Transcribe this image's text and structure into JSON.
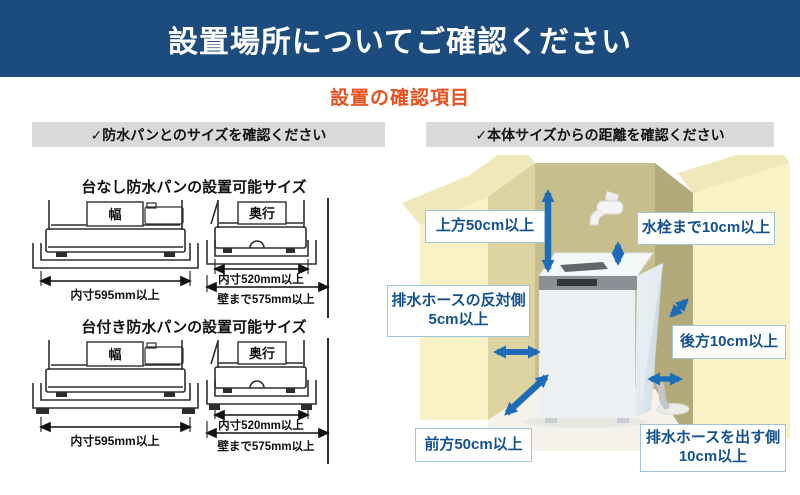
{
  "banner": {
    "title": "設置場所についてご確認ください"
  },
  "subtitle": "設置の確認項目",
  "pan_section": {
    "header": "✓防水パンとのサイズを確認ください",
    "no_stand": {
      "title": "台なし防水パンの設置可能サイズ",
      "width_label": "幅",
      "depth_label": "奥行",
      "width_inner": "内寸595mm以上",
      "depth_inner": "内寸520mm以上",
      "depth_wall": "壁まで575mm以上"
    },
    "with_stand": {
      "title": "台付き防水パンの設置可能サイズ",
      "width_label": "幅",
      "depth_label": "奥行",
      "width_inner": "内寸595mm以上",
      "depth_inner": "内寸520mm以上",
      "depth_wall": "壁まで575mm以上"
    }
  },
  "clearance_section": {
    "header": "✓本体サイズからの距離を確認ください",
    "labels": {
      "above": "上方50cm以上",
      "faucet": "水栓まで10cm以上",
      "hose_opposite_1": "排水ホースの反対側",
      "hose_opposite_2": "5cm以上",
      "rear": "後方10cm以上",
      "front": "前方50cm以上",
      "hose_side_1": "排水ホースを出す側",
      "hose_side_2": "10cm以上"
    }
  },
  "colors": {
    "banner_bg": "#1B4C7D",
    "accent_orange": "#E8511D",
    "section_header_bg": "#D9D9D9",
    "label_text_blue": "#14518F",
    "arrow_blue": "#1C6CB8",
    "wall_light": "#F8F2C6",
    "wall_mid": "#DDD3A0",
    "wall_olive": "#C7BE8E",
    "wall_dark": "#B3AA7C"
  }
}
